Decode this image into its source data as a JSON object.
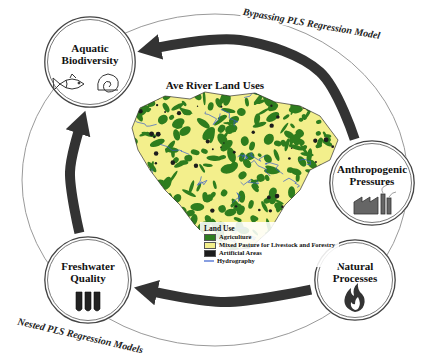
{
  "diagram": {
    "nodes": [
      {
        "text": [
          "Aquatic Biodiversity"
        ]
      },
      {
        "text": [
          "Anthropogenic Pressures"
        ]
      },
      {
        "text": [
          "Natural Processes"
        ]
      },
      {
        "text": [
          "Freshwater Quality"
        ]
      }
    ],
    "edges": [
      {
        "from": 1,
        "to": 0,
        "arrow": "to",
        "label": "Bypassing PLS Regression Model"
      },
      {
        "from": 2,
        "to": 3,
        "arrow": "to",
        "label": "Nested PLS Regression Models"
      },
      {
        "from": 3,
        "to": 0,
        "arrow": "to"
      }
    ],
    "labels": [
      "Ave River Land Uses",
      "Land Use"
    ],
    "legend": [
      {
        "text": "Agriculture",
        "color": "#2e7d1e"
      },
      {
        "text": "Mixed Pasture for Livestock and Forestry",
        "color": "#f3ef8c"
      },
      {
        "text": "Artificial Areas",
        "color": "#1c1c1c"
      },
      {
        "text": "Hydrography"
      }
    ]
  }
}
